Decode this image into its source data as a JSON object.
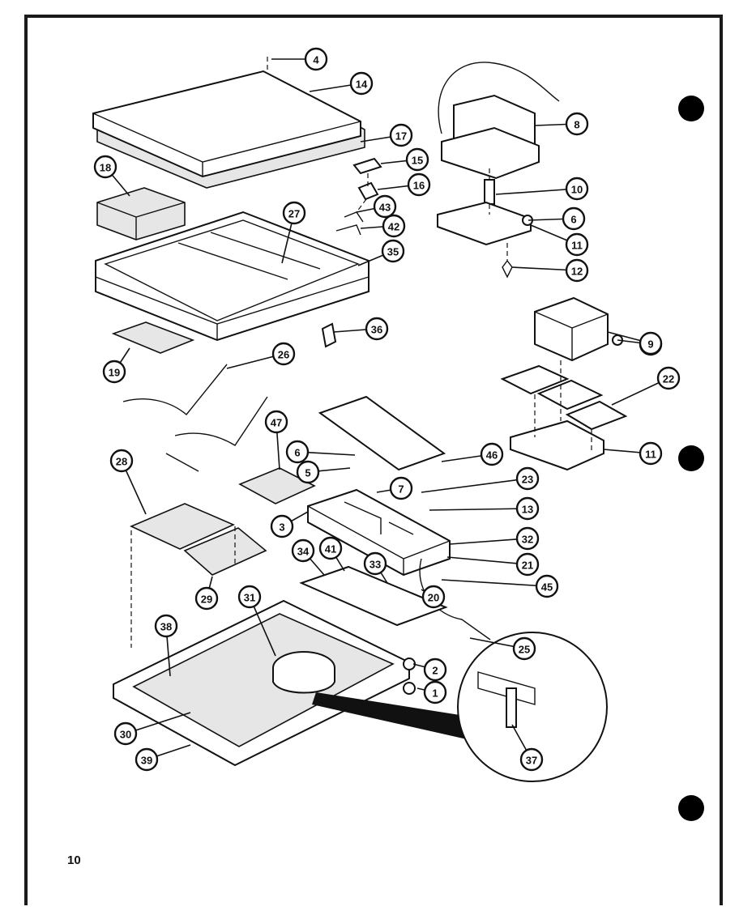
{
  "page_number": "10",
  "callouts": [
    "1",
    "2",
    "3",
    "4",
    "5",
    "6",
    "7",
    "8",
    "9",
    "10",
    "11",
    "12",
    "13",
    "14",
    "15",
    "16",
    "17",
    "18",
    "19",
    "20",
    "21",
    "22",
    "23",
    "25",
    "26",
    "27",
    "28",
    "29",
    "30",
    "31",
    "32",
    "33",
    "34",
    "35",
    "36",
    "37",
    "38",
    "39",
    "41",
    "42",
    "43",
    "45",
    "46",
    "47"
  ]
}
